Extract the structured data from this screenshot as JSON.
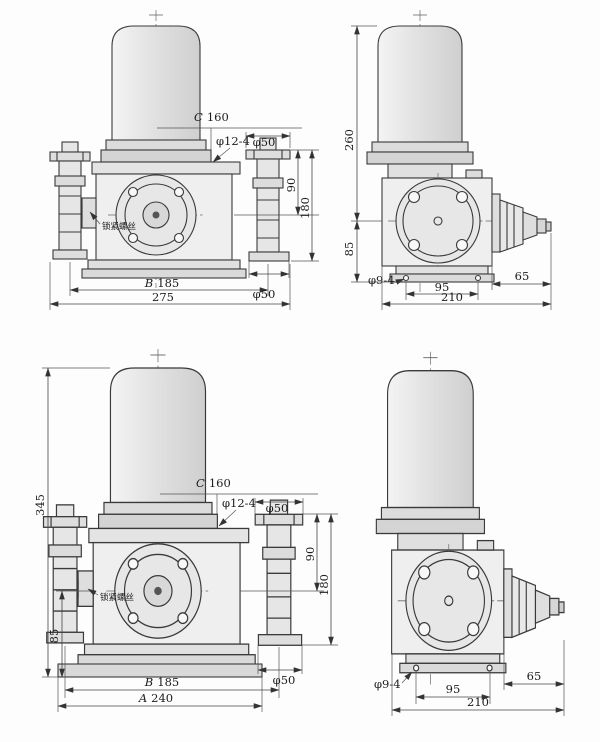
{
  "palette": {
    "line": "#3a3a3a",
    "fill_light": "#ededed"
  },
  "views": {
    "front_top": {
      "dims": {
        "c160": {
          "letter": "C",
          "value": "160"
        },
        "phi12_4": "φ12-4",
        "phi50_top": "φ50",
        "d90": "90",
        "d180": "180",
        "b185": {
          "letter": "B",
          "value": "185"
        },
        "d275": "275",
        "phi50_bottom": "φ50",
        "lock_screw": "锁紧螺丝"
      }
    },
    "side_top": {
      "dims": {
        "d260": "260",
        "d85": "85",
        "phi9_4": "φ9-4",
        "d95": "95",
        "d65": "65",
        "d210": "210"
      }
    },
    "front_bottom": {
      "dims": {
        "d345": "345",
        "d85": "85",
        "c160": {
          "letter": "C",
          "value": "160"
        },
        "phi12_4": "φ12-4",
        "phi50_top": "φ50",
        "d90": "90",
        "d180": "180",
        "b185": {
          "letter": "B",
          "value": "185"
        },
        "a240": {
          "letter": "A",
          "value": "240"
        },
        "phi50_bottom": "φ50",
        "lock_screw": "锁紧螺丝"
      }
    },
    "side_bottom": {
      "dims": {
        "phi9_4": "φ9-4",
        "d95": "95",
        "d65": "65",
        "d210": "210"
      }
    }
  }
}
